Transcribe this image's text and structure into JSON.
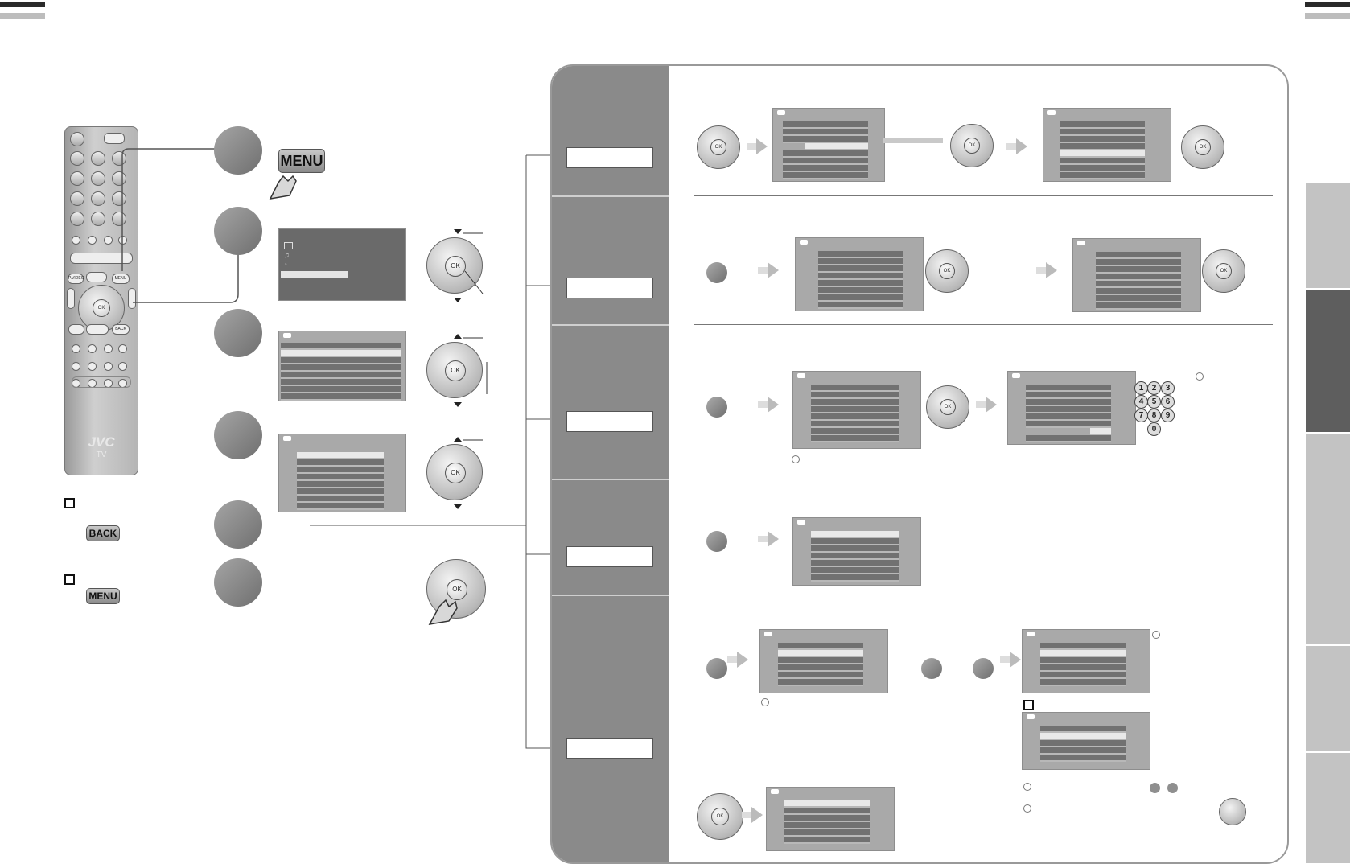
{
  "keys": {
    "menu": "MENU",
    "back": "BACK",
    "menu_small": "MENU",
    "ok": "OK"
  },
  "remote": {
    "brand": "JVC",
    "model": "TV",
    "btn_pivot": "P.VIDEO",
    "btn_menu": "MENU",
    "btn_back": "BACK"
  },
  "keypad": [
    "1",
    "2",
    "3",
    "4",
    "5",
    "6",
    "7",
    "8",
    "9",
    "0"
  ],
  "colors": {
    "dark_header": "#2a2a2a",
    "panel_side": "#8a8a8a",
    "step_circle": "#8a8a8a",
    "active_tab": "#5e5e5e",
    "tab": "#c3c3c3"
  }
}
